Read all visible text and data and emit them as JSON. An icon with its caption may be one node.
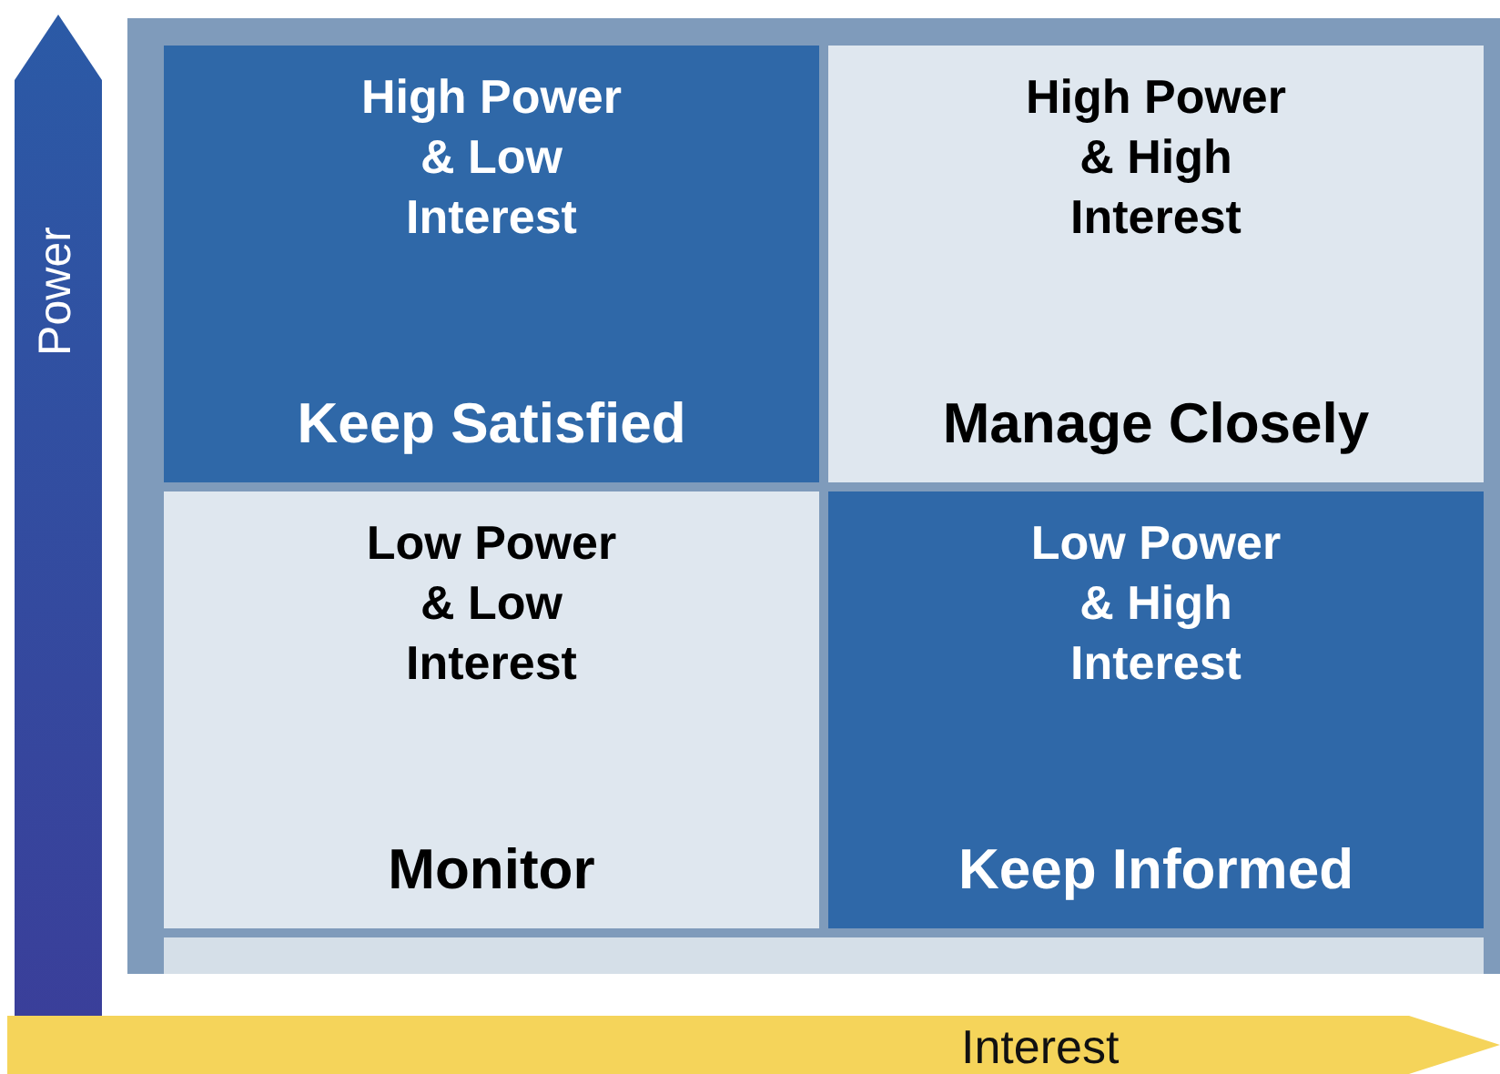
{
  "diagram": {
    "nodes": [
      {
        "text": [
          "High Power & Low Interest",
          "Keep Satisfied"
        ]
      },
      {
        "text": [
          "High Power & High Interest",
          "Manage Closely"
        ]
      },
      {
        "text": [
          "Low Power & Low Interest",
          "Monitor"
        ]
      },
      {
        "text": [
          "Low Power & High Interest",
          "Keep Informed"
        ]
      }
    ],
    "edges": [],
    "labels": [
      "Power",
      "Interest"
    ]
  }
}
